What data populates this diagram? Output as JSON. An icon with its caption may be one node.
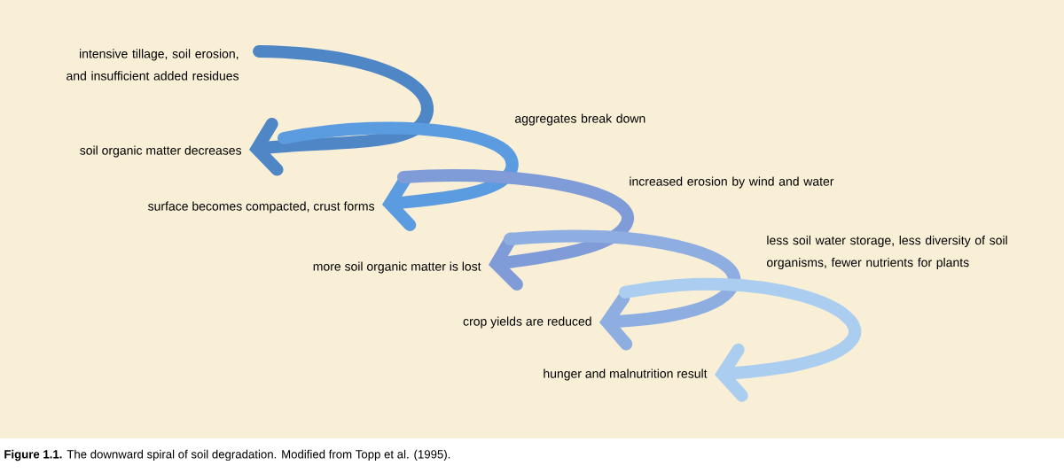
{
  "diagram": {
    "caption": "**Figure 1.1.** The downward spiral of soil degradation. Modified from Topp et al. (1995).",
    "nodes": [
      {
        "text": [
          "intensive tillage, soil erosion, and insufficient added residues"
        ]
      },
      {
        "text": [
          "soil organic matter decreases"
        ]
      },
      {
        "text": [
          "surface becomes compacted, crust forms"
        ]
      },
      {
        "text": [
          "more soil organic matter is lost"
        ]
      },
      {
        "text": [
          "crop yields are reduced"
        ]
      },
      {
        "text": [
          "hunger and malnutrition result"
        ]
      }
    ],
    "edges": [
      {
        "from": 0,
        "to": 1,
        "arrow": "to",
        "color": "#4f86c6"
      },
      {
        "from": 1,
        "to": 2,
        "arrow": "to",
        "color": "#5b9be0",
        "label": "aggregates break down"
      },
      {
        "from": 2,
        "to": 3,
        "arrow": "to",
        "color": "#7f9bd8",
        "label": "increased erosion by wind and water"
      },
      {
        "from": 3,
        "to": 4,
        "arrow": "to",
        "color": "#8eaee2",
        "label": "less soil water storage, less diversity of soil organisms, fewer nutrients for plants"
      },
      {
        "from": 4,
        "to": 5,
        "arrow": "to",
        "color": "#abcdef"
      }
    ]
  }
}
